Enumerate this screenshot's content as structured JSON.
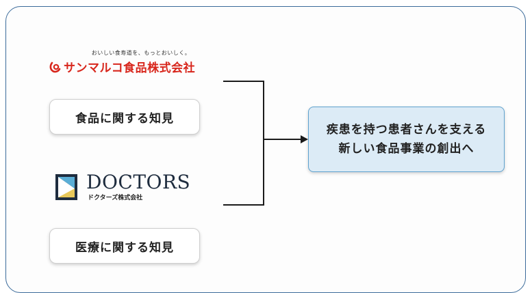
{
  "sanmaruko": {
    "tagline": "おいしい食寿道を、もっとおいしく。",
    "name": "サンマルコ食品株式会社"
  },
  "doctors": {
    "brand": "DOCTORS",
    "corp": "ドクターズ株式会社"
  },
  "boxes": {
    "food": "食品に関する知見",
    "medical": "医療に関する知見",
    "goal_line1": "疾患を持つ患者さんを支える",
    "goal_line2": "新しい食品事業の創出へ"
  },
  "colors": {
    "frame": "#3a6a9a",
    "sanmaruko_red": "#d8261c",
    "goal_fill": "#dcebf6",
    "goal_border": "#5ea2cf"
  }
}
